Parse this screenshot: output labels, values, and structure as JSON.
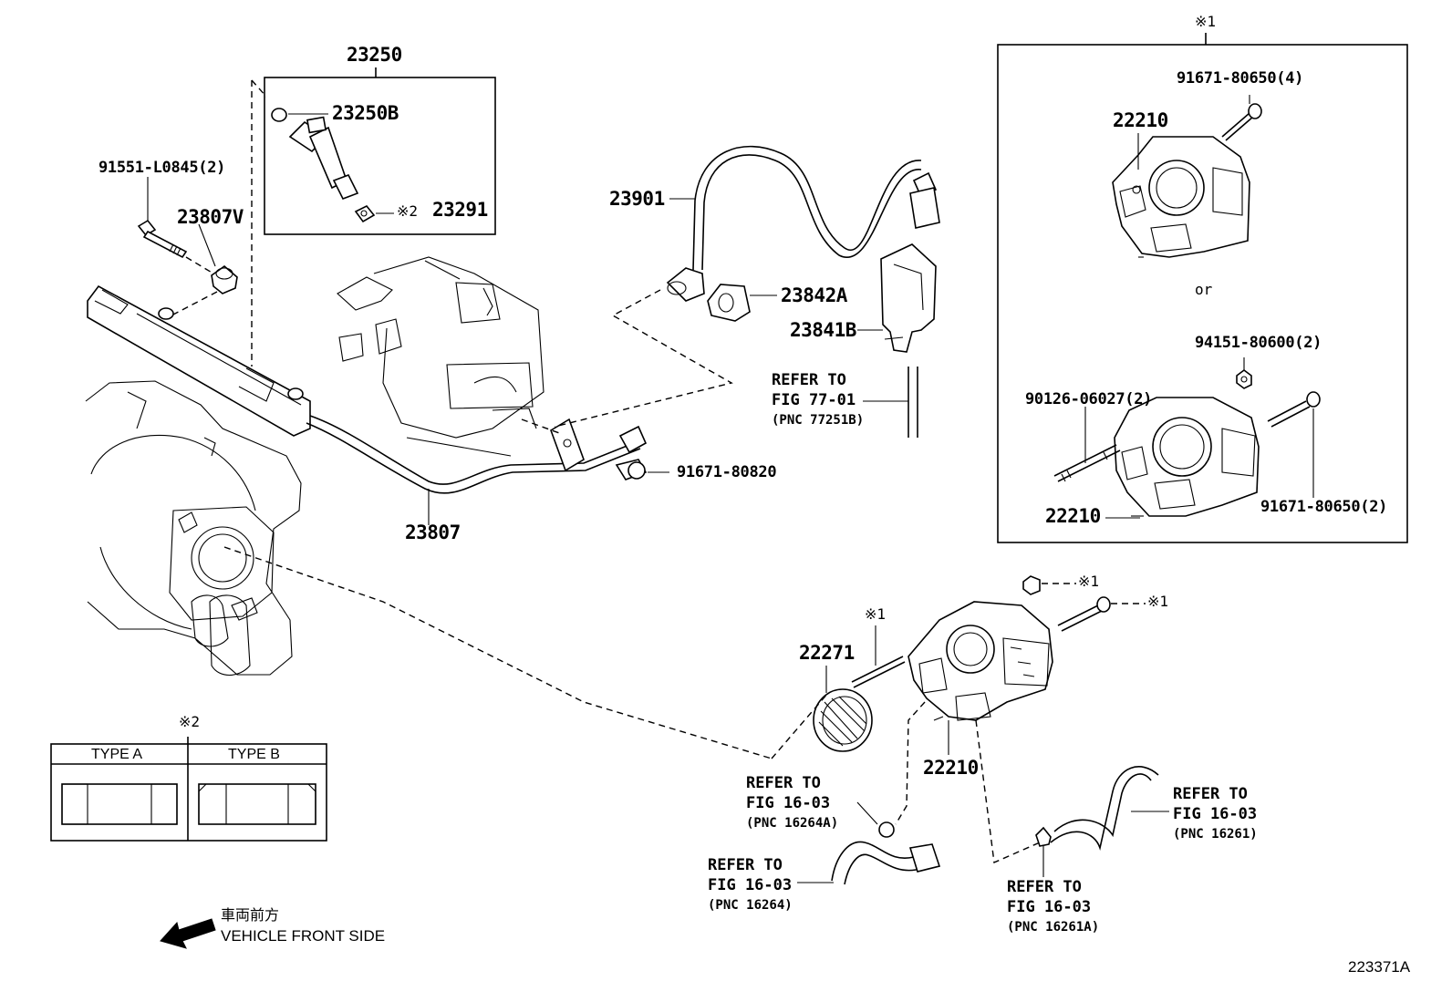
{
  "labels": {
    "p23250": "23250",
    "p23250B": "23250B",
    "p23291_mark": "※2",
    "p23291": "23291",
    "p91551": "91551-L0845(2)",
    "p23807V": "23807V",
    "p23901": "23901",
    "p23842A": "23842A",
    "p23841B": "23841B",
    "p91671_80820": "91671-80820",
    "p23807": "23807",
    "p22271": "22271",
    "p22210_main": "22210",
    "mark1_a": "※1",
    "mark1_b": "※1",
    "mark1_c": "※1",
    "mark1_box": "※1",
    "mark2_tbl": "※2",
    "box_91671_4": "91671-80650(4)",
    "box_22210_top": "22210",
    "box_or": "or",
    "box_94151": "94151-80600(2)",
    "box_90126": "90126-06027(2)",
    "box_91671_2": "91671-80650(2)",
    "box_22210_bottom": "22210",
    "figure_id": "223371A"
  },
  "refs": {
    "r77": {
      "line1": "REFER TO",
      "line2": "FIG 77-01",
      "line3": "(PNC 77251B)"
    },
    "r16264A": {
      "line1": "REFER TO",
      "line2": "FIG 16-03",
      "line3": "(PNC 16264A)"
    },
    "r16264": {
      "line1": "REFER TO",
      "line2": "FIG 16-03",
      "line3": "(PNC 16264)"
    },
    "r16261A": {
      "line1": "REFER TO",
      "line2": "FIG 16-03",
      "line3": "(PNC 16261A)"
    },
    "r16261": {
      "line1": "REFER TO",
      "line2": "FIG 16-03",
      "line3": "(PNC 16261)"
    }
  },
  "type_table": {
    "col_a": "TYPE A",
    "col_b": "TYPE B"
  },
  "direction": {
    "jp": "車両前方",
    "en": "VEHICLE FRONT SIDE"
  }
}
